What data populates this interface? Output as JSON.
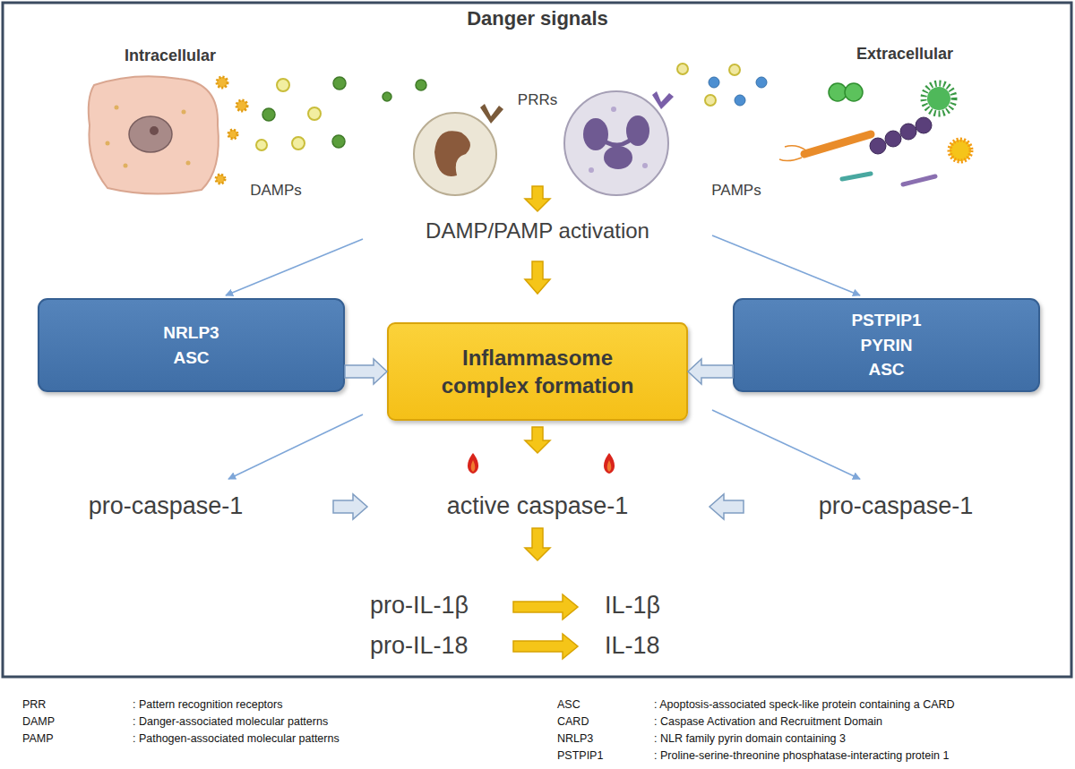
{
  "diagram": {
    "title": "Danger signals",
    "nodes": [
      {
        "text": [
          "NRLP3",
          "ASC"
        ]
      },
      {
        "text": [
          "Inflammasome complex formation"
        ]
      },
      {
        "text": [
          "PSTPIP1",
          "PYRIN",
          "ASC"
        ]
      }
    ],
    "edges": [
      {
        "from": 0,
        "to": 1,
        "arrow": "to"
      },
      {
        "from": 2,
        "to": 1,
        "arrow": "to"
      }
    ],
    "labels": [
      "Intracellular",
      "Extracellular",
      "DAMPs",
      "PRRs",
      "PAMPs",
      "DAMP/PAMP activation",
      "pro-caspase-1",
      "active caspase-1",
      "pro-caspase-1",
      "pro-IL-1β",
      "IL-1β",
      "pro-IL-18",
      "IL-18",
      "PRR",
      ": Pattern recognition receptors",
      "DAMP",
      ": Danger-associated molecular patterns",
      "PAMP",
      ": Pathogen-associated molecular patterns",
      "ASC",
      ": Apoptosis-associated speck-like protein containing a CARD",
      "CARD",
      ": Caspase Activation and Recruitment Domain",
      "NRLP3",
      ": NLR family pyrin domain containing 3",
      "PSTPIP1",
      ": Proline-serine-threonine phosphatase-interacting protein 1"
    ]
  }
}
